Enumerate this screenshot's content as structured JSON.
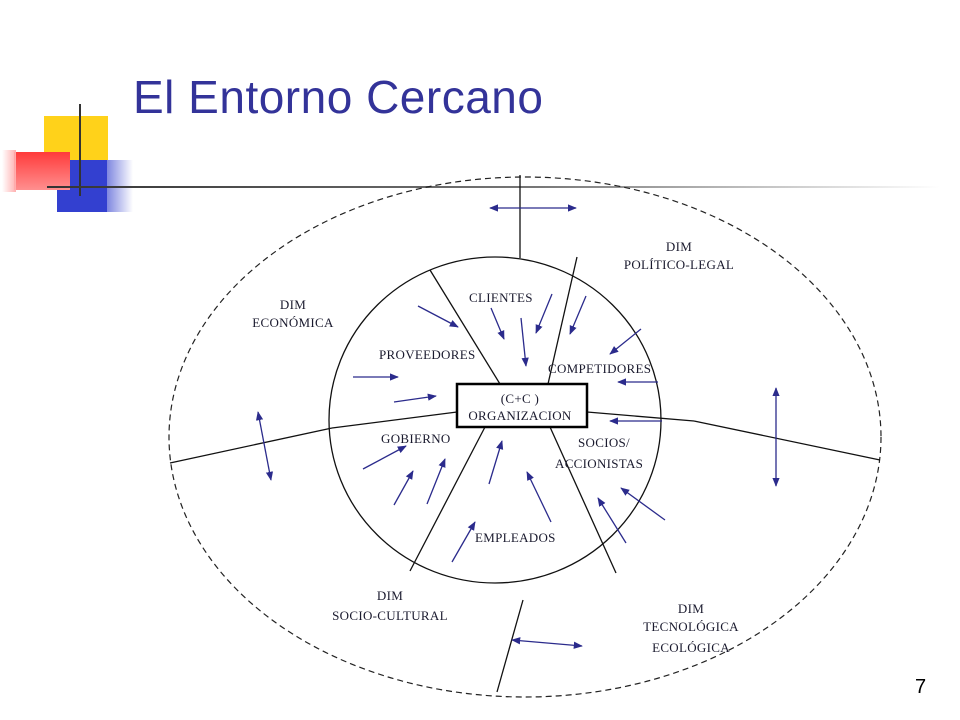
{
  "slide": {
    "title": "El Entorno Cercano",
    "page_number": "7",
    "accent_colors": {
      "title": "#333399",
      "yellow": "#ffcc00",
      "red": "#ff3333",
      "blue": "#3333cc"
    }
  },
  "diagram": {
    "center": {
      "line1": "(C+C )",
      "line2": "ORGANIZACION"
    },
    "inner_sectors": {
      "clientes": "CLIENTES",
      "proveedores": "PROVEEDORES",
      "competidores": "COMPETIDORES",
      "gobierno": "GOBIERNO",
      "socios_line1": "SOCIOS/",
      "socios_line2": "ACCIONISTAS",
      "empleados": "EMPLEADOS"
    },
    "outer_dimensions": {
      "politico_line1": "DIM",
      "politico_line2": "POLÍTICO-LEGAL",
      "economica_line1": "DIM",
      "economica_line2": "ECONÓMICA",
      "sociocultural_line1": "DIM",
      "sociocultural_line2": "SOCIO-CULTURAL",
      "tecnologica_line1": "DIM",
      "tecnologica_line2": "TECNOLÓGICA",
      "tecnologica_line3": "ECOLÓGICA"
    }
  }
}
